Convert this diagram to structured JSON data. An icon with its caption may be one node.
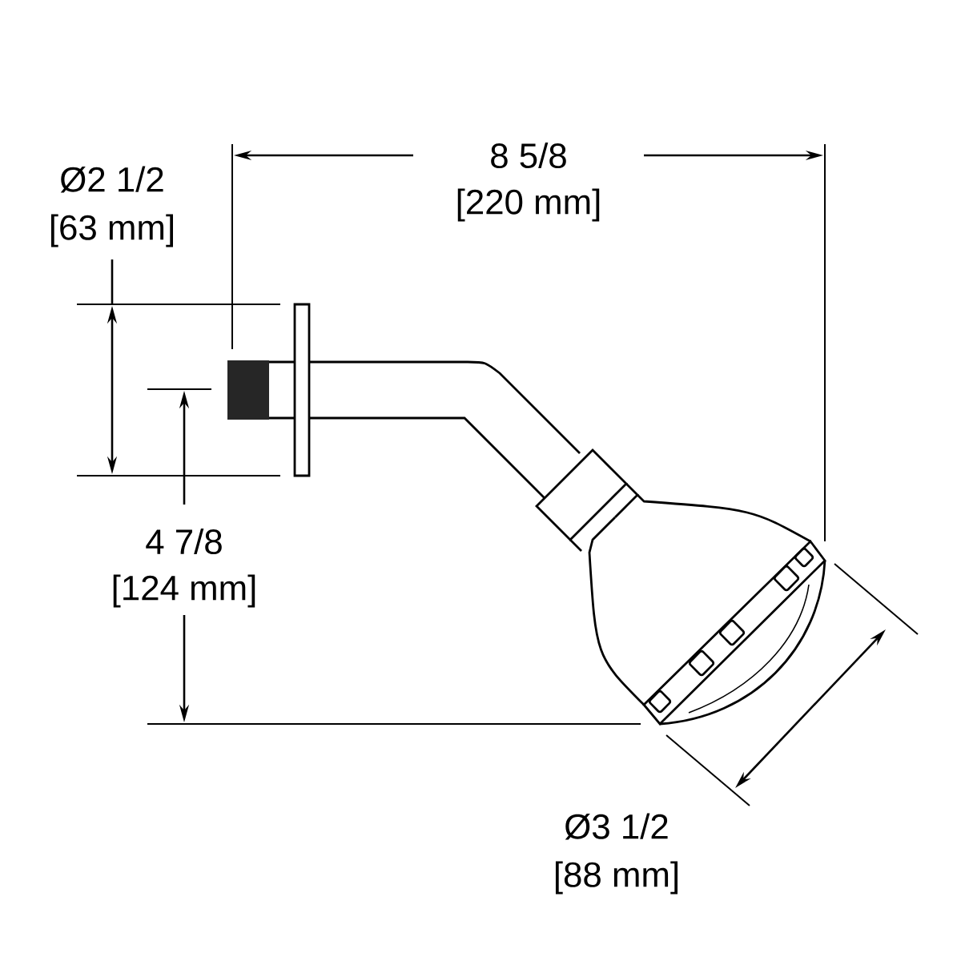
{
  "diagram": {
    "labels": [
      "Ø2 1/2",
      "8 5/8",
      "[63 mm]",
      "[220 mm]",
      "4 7/8",
      "[124 mm]",
      "Ø3 1/2",
      "[88 mm]"
    ]
  }
}
